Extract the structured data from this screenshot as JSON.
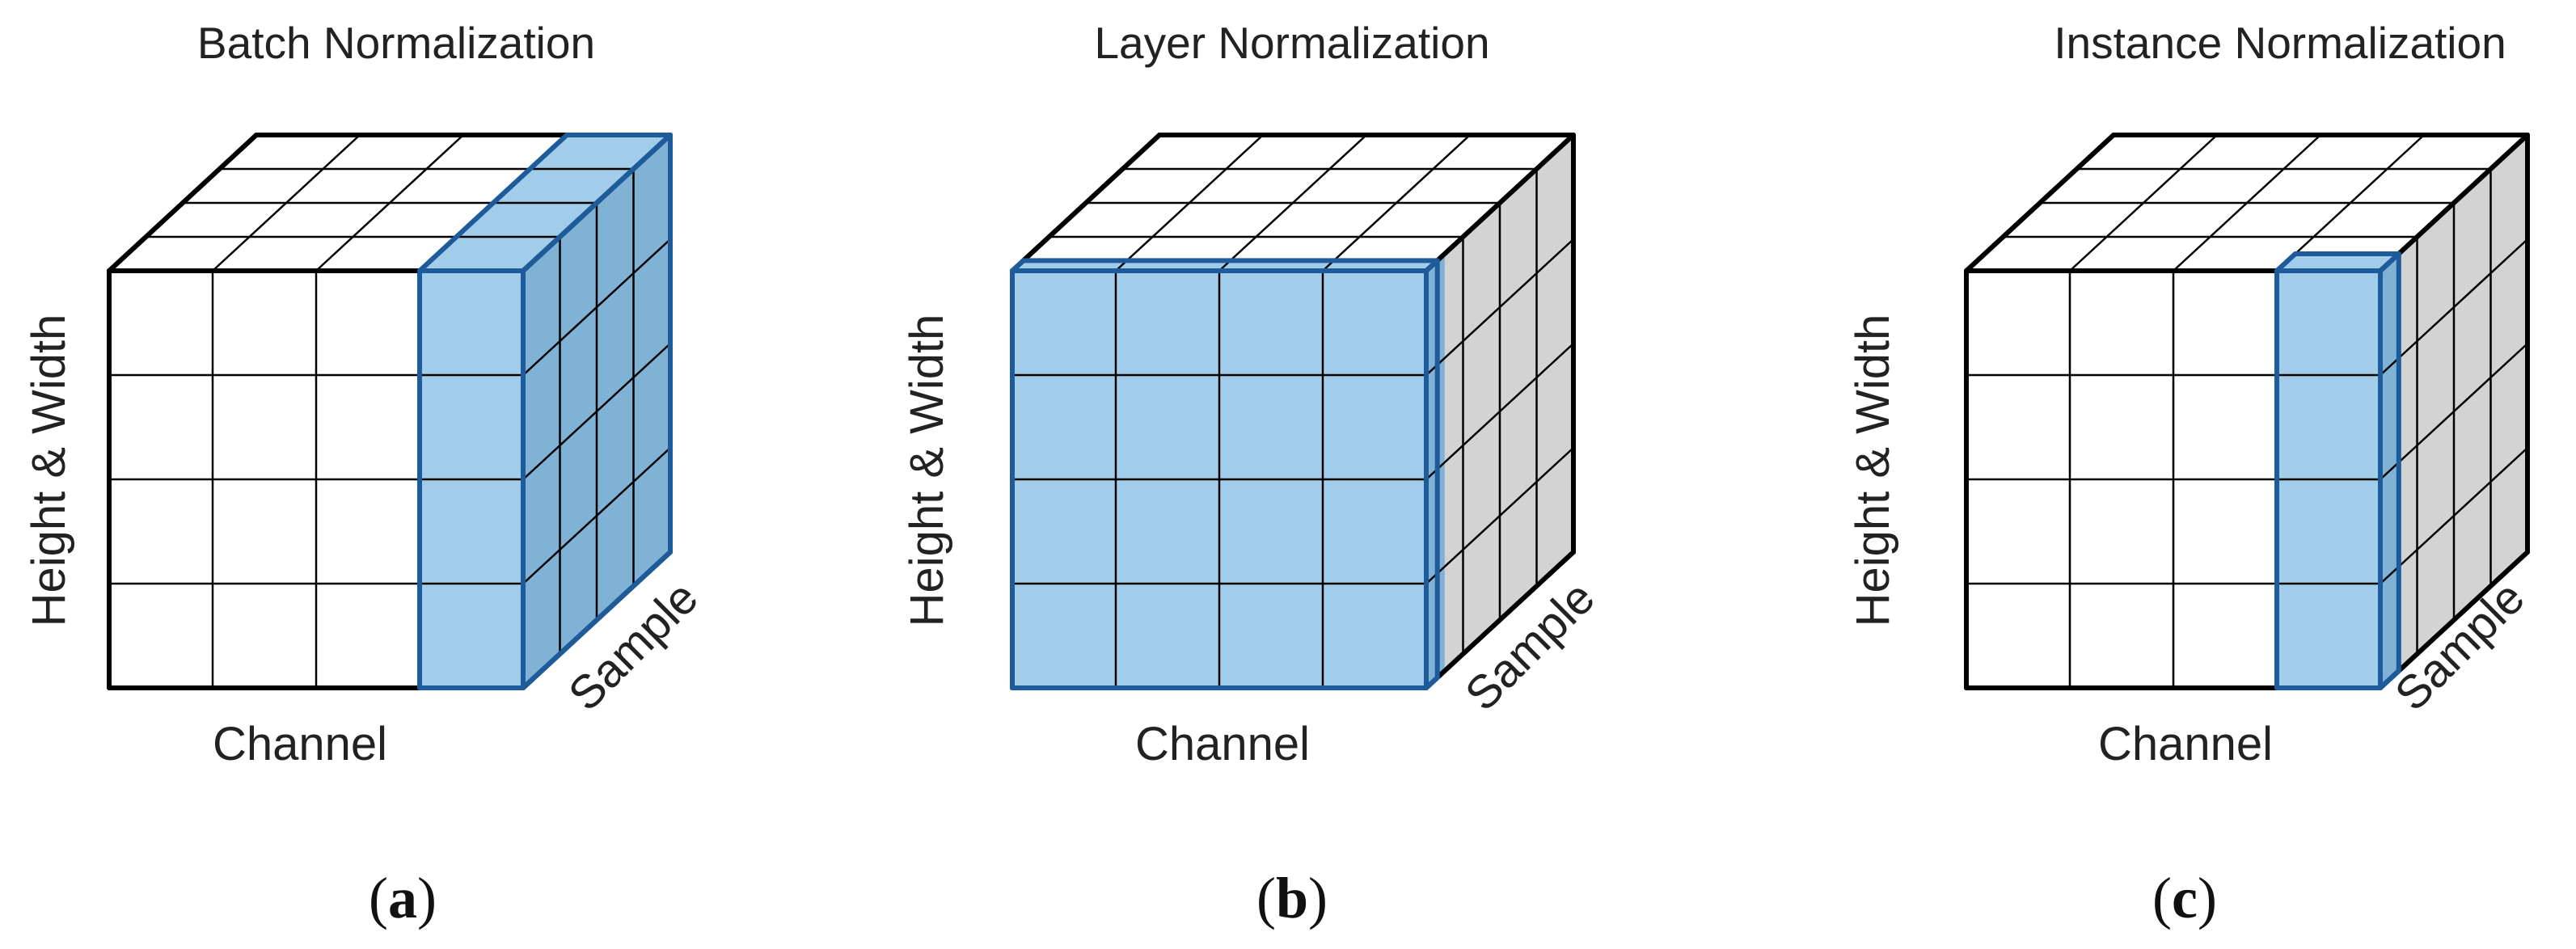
{
  "colors": {
    "front_highlight": "#a2cdea",
    "top_highlight": "#a2cdea",
    "side_highlight": "#7fb2d5",
    "side_plain": "#d3d3d3",
    "highlight_edge": "#1d5b9a",
    "grid_line": "#000000",
    "background": "#ffffff"
  },
  "panels": [
    {
      "title": "Batch Normalization",
      "subcaption_label": "a",
      "axis_vertical": "Height & Width",
      "axis_channel": "Channel",
      "axis_sample": "Sample",
      "highlight_mode": "batch"
    },
    {
      "title": "Layer Normalization",
      "subcaption_label": "b",
      "axis_vertical": "Height & Width",
      "axis_channel": "Channel",
      "axis_sample": "Sample",
      "highlight_mode": "layer"
    },
    {
      "title": "Instance Normalization",
      "subcaption_label": "c",
      "axis_vertical": "Height & Width",
      "axis_channel": "Channel",
      "axis_sample": "Sample",
      "highlight_mode": "instance"
    }
  ]
}
